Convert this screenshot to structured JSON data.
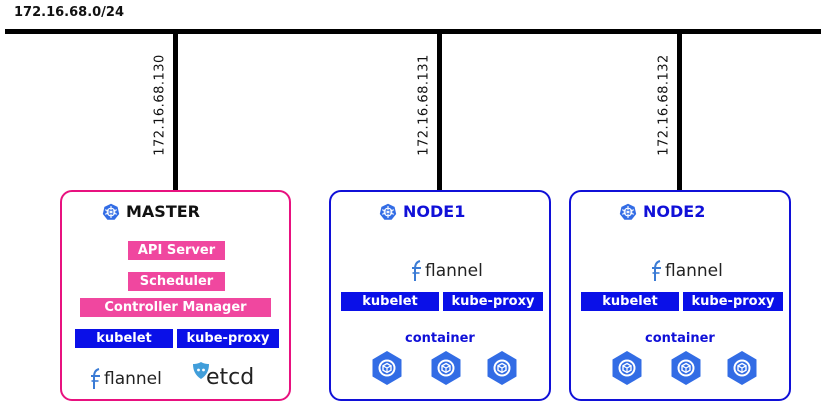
{
  "network": {
    "subnet": "172.16.68.0/24"
  },
  "hosts": [
    {
      "ip": "172.16.68.130"
    },
    {
      "ip": "172.16.68.131"
    },
    {
      "ip": "172.16.68.132"
    }
  ],
  "master": {
    "title": "MASTER",
    "api_server": "API Server",
    "scheduler": "Scheduler",
    "controller_manager": "Controller Manager",
    "kubelet": "kubelet",
    "kube_proxy": "kube-proxy",
    "flannel": "flannel",
    "etcd": "etcd"
  },
  "node1": {
    "title": "NODE1",
    "flannel": "flannel",
    "kubelet": "kubelet",
    "kube_proxy": "kube-proxy",
    "container_label": "container"
  },
  "node2": {
    "title": "NODE2",
    "flannel": "flannel",
    "kubelet": "kubelet",
    "kube_proxy": "kube-proxy",
    "container_label": "container"
  },
  "colors": {
    "master_border": "#e8117f",
    "node_border": "#1010d8",
    "pink_label": "#f0479f",
    "blue_label": "#0a10e8",
    "k8s_blue": "#326ce5"
  }
}
